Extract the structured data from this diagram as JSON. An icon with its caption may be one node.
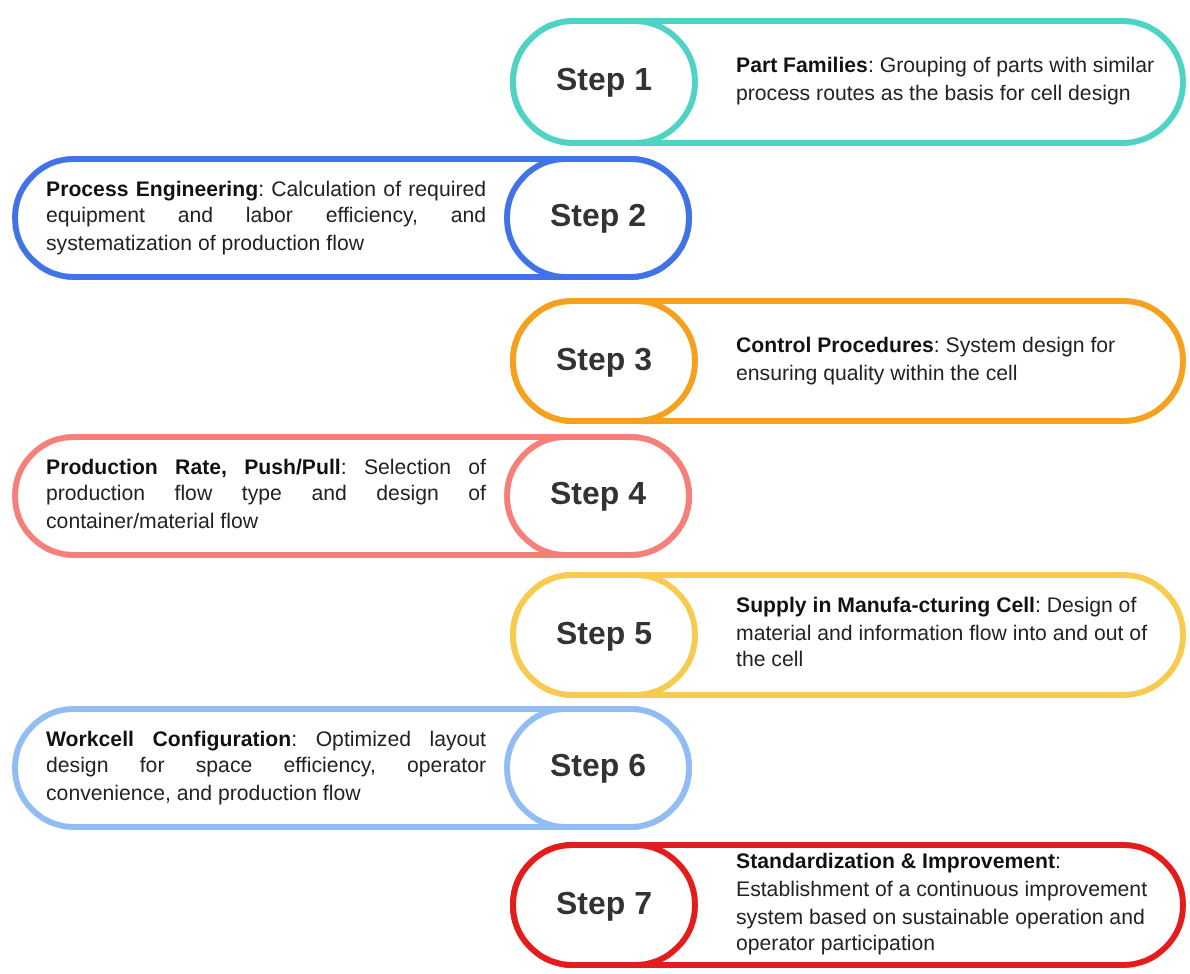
{
  "diagram": {
    "nodes": [
      {
        "text": [
          "Step 1",
          "**Part Families**: Grouping of parts with similar process routes as the basis for cell design"
        ]
      },
      {
        "text": [
          "**Process Engineering**: Calculation of required equipment and labor efficiency, and systematization of production flow",
          "Step 2"
        ]
      },
      {
        "text": [
          "Step 3",
          "**Control Procedures**: System design for ensuring quality within the cell"
        ]
      },
      {
        "text": [
          "**Production Rate, Push/Pull**: Selection of production flow type and design of container/material flow",
          "Step 4"
        ]
      },
      {
        "text": [
          "Step 5",
          "**Supply in Manufa-cturing Cell**: Design of material and information flow into and out of the cell"
        ]
      },
      {
        "text": [
          "**Workcell Configuration**: Optimized layout design for space efficiency, operator convenience, and production flow",
          "Step 6"
        ]
      },
      {
        "text": [
          "Step 7",
          "**Standardization & Improvement**: Establishment of a continuous improvement system based on sustainable operation and operator participation"
        ]
      }
    ]
  }
}
